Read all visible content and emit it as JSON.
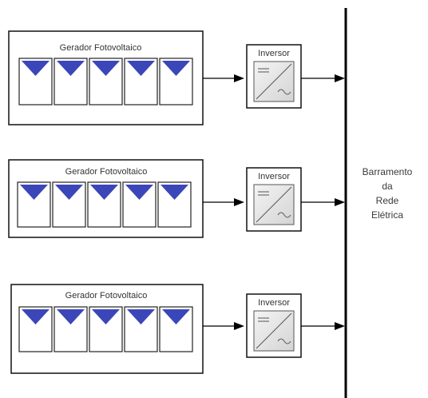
{
  "generators": [
    {
      "label": "Gerador Fotovoltaico",
      "inverter_label": "Inversor"
    },
    {
      "label": "Gerador Fotovoltaico",
      "inverter_label": "Inversor"
    },
    {
      "label": "Gerador Fotovoltaico",
      "inverter_label": "Inversor"
    }
  ],
  "bus": {
    "label_lines": [
      "Barramento",
      "da",
      "Rede",
      "Elétrica"
    ]
  },
  "colors": {
    "panel_triangle": "#3b46b8",
    "line": "#000000",
    "inverter_icon": "#e6e6e6"
  }
}
